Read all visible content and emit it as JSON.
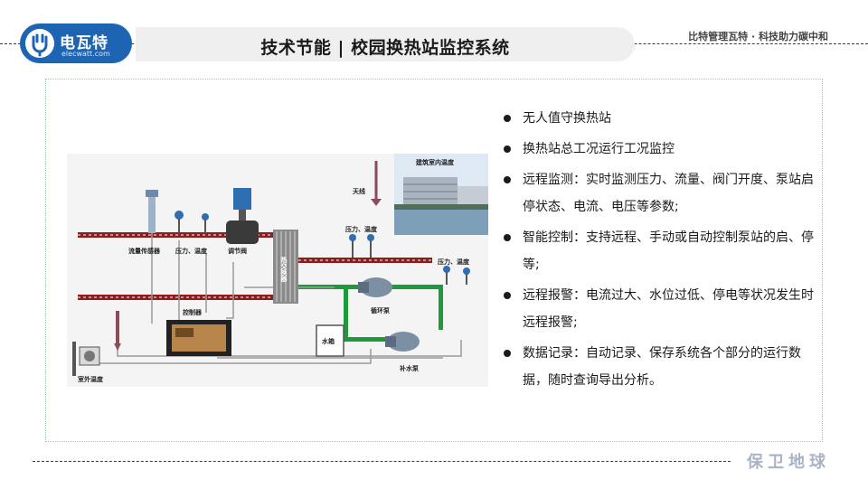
{
  "header": {
    "logo_name": "电瓦特",
    "logo_url": "elecwatt.com",
    "title": "技术节能 | 校园换热站监控系统",
    "tagline": "比特管理瓦特 · 科技助力碳中和"
  },
  "diagram": {
    "labels": {
      "building_temp": "建筑室内温度",
      "antenna": "天线",
      "flow_sensor": "流量传感器",
      "pressure_temp_1": "压力、温度",
      "regulating_valve": "调节阀",
      "heat_exchanger": "热交换器",
      "pressure_temp_2": "压力、温度",
      "pressure_temp_3": "压力、温度",
      "circulation_pump": "循环泵",
      "controller": "控制器",
      "water_tank": "水箱",
      "makeup_pump": "补水泵",
      "outdoor_temp": "室外温度"
    }
  },
  "bullets": [
    "无人值守换热站",
    "换热站总工况运行工况监控",
    "远程监测：实时监测压力、流量、阀门开度、泵站启停状态、电流、电压等参数;",
    "智能控制：支持远程、手动或自动控制泵站的启、停等;",
    "远程报警：电流过大、水位过低、停电等状况发生时远程报警;",
    "数据记录：自动记录、保存系统各个部分的运行数据，随时查询导出分析。"
  ],
  "footer": {
    "slogan": "保卫地球"
  },
  "colors": {
    "brand_blue": "#1d64b2",
    "pipe_red": "#8e1d1d",
    "pipe_green": "#1f9a3a",
    "slogan_gray": "#a8b3c5"
  }
}
